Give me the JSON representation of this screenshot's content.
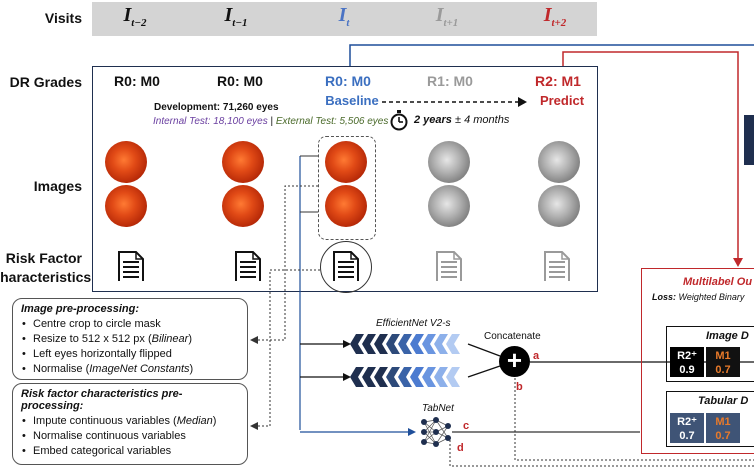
{
  "rows": {
    "visits": "Visits",
    "dr_grades": "DR Grades",
    "images": "Images",
    "risk_factor": "Risk Factor\nCharacteristics"
  },
  "visits": [
    {
      "base": "I",
      "sub": "t−2",
      "color": "#111111"
    },
    {
      "base": "I",
      "sub": "t−1",
      "color": "#111111"
    },
    {
      "base": "I",
      "sub": "t",
      "color": "#4a73c4"
    },
    {
      "base": "I",
      "sub": "t+1",
      "color": "#9a9a9a"
    },
    {
      "base": "I",
      "sub": "t+2",
      "color": "#c0282b"
    }
  ],
  "grades": [
    {
      "label": "R0: M0",
      "color": "#111111"
    },
    {
      "label": "R0: M0",
      "color": "#111111"
    },
    {
      "label": "R0: M0",
      "color": "#3b6fc0"
    },
    {
      "label": "R1: M0",
      "color": "#9a9a9a"
    },
    {
      "label": "R2: M1",
      "color": "#c0282b"
    }
  ],
  "baseline_label": "Baseline",
  "predict_label": "Predict",
  "development": "Development: 71,260 eyes",
  "internal_test": "Internal Test: 18,100 eyes",
  "separator": "|",
  "external_test": "External Test: 5,506 eyes",
  "interval_main": "2 years",
  "interval_tol": "± 4 months",
  "image_box": {
    "title": "Image pre-processing:",
    "items": [
      [
        "Centre crop to circle mask",
        ""
      ],
      [
        "Resize to 512 x 512 px (",
        "Bilinear",
        ")"
      ],
      [
        "Left eyes horizontally flipped",
        ""
      ],
      [
        "Normalise (",
        "ImageNet Constants",
        ")"
      ]
    ]
  },
  "risk_box": {
    "title_line1": "Risk factor characteristics pre-",
    "title_line2": "processing:",
    "items": [
      [
        "Impute continuous variables (",
        "Median",
        ")"
      ],
      [
        "Normalise continuous variables",
        ""
      ],
      [
        "Embed categorical variables",
        ""
      ]
    ]
  },
  "efficientnet_label": "EfficientNet V2-s",
  "concatenate_label": "Concatenate",
  "tabnet_label": "TabNet",
  "plus_symbol": "+",
  "letters": {
    "a": "a",
    "b": "b",
    "c": "c",
    "d": "d"
  },
  "output": {
    "title": "Multilabel Ou",
    "loss_prefix": "Loss:",
    "loss_rest": "Weighted Binary",
    "image_header": "Image D",
    "tabular_header": "Tabular D",
    "image_cells": [
      {
        "label": "R2⁺",
        "value": "0.9",
        "bg": "#000000",
        "fg": "#ffffff"
      },
      {
        "label": "M1",
        "value": "0.7",
        "bg": "#111111",
        "fg": "#e87a2a"
      }
    ],
    "tabular_cells": [
      {
        "label": "R2⁺",
        "value": "0.7",
        "bg": "#3f5476",
        "fg": "#ffffff"
      },
      {
        "label": "M1",
        "value": "0.7",
        "bg": "#3f5476",
        "fg": "#e87a2a"
      }
    ]
  },
  "colors": {
    "blue_line": "#1f4f9a",
    "red_line": "#c0282b",
    "dark_box": "#1f2f4f"
  }
}
